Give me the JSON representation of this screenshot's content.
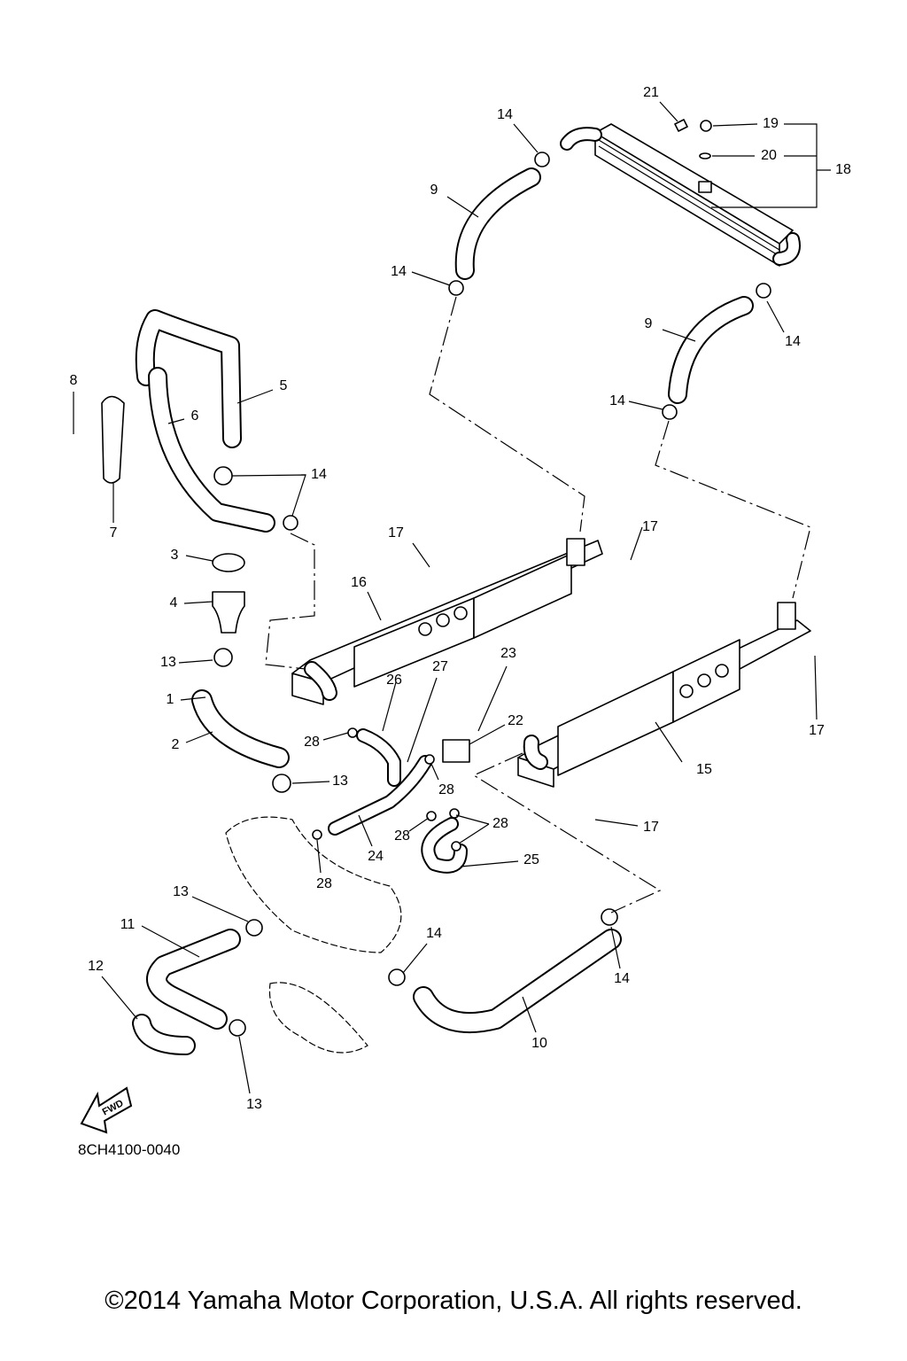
{
  "diagram": {
    "callouts": [
      "21",
      "14",
      "19",
      "20",
      "18",
      "9",
      "14",
      "9",
      "14",
      "8",
      "5",
      "6",
      "14",
      "14",
      "7",
      "17",
      "17",
      "3",
      "16",
      "4",
      "13",
      "23",
      "27",
      "1",
      "26",
      "22",
      "28",
      "2",
      "28",
      "13",
      "15",
      "17",
      "28",
      "17",
      "28",
      "24",
      "25",
      "28",
      "13",
      "11",
      "14",
      "12",
      "14",
      "10",
      "13"
    ],
    "fwd_label": "FWD",
    "diagram_code": "8CH4100-0040"
  },
  "footer": {
    "copyright": "©2014 Yamaha Motor Corporation, U.S.A. All rights reserved."
  }
}
